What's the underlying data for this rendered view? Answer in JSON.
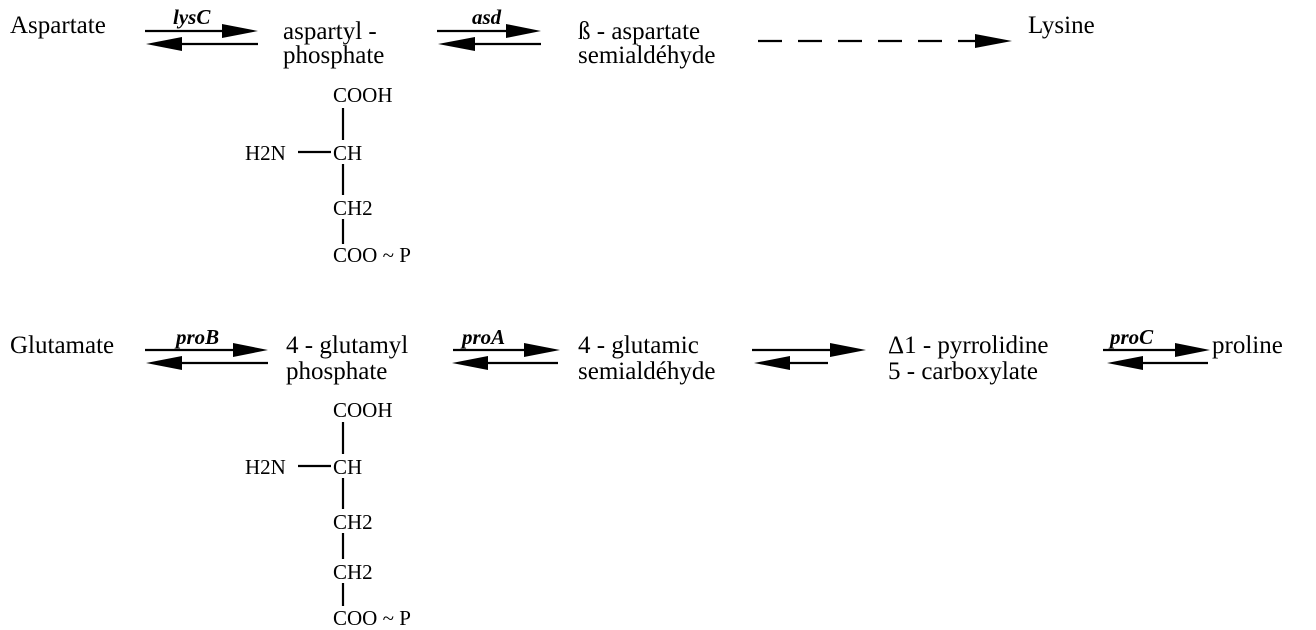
{
  "pathway_aspartate": {
    "aspartate": "Aspartate",
    "lysC": "lysC",
    "aspartyl_phosphate_line1": "aspartyl -",
    "aspartyl_phosphate_line2": "phosphate",
    "asd": "asd",
    "b_aspartate_line1": "ß - aspartate",
    "b_aspartate_line2": "semialdéhyde",
    "lysine": "Lysine",
    "structure": {
      "cooh": "COOH",
      "h2n": "H2N",
      "ch": "CH",
      "ch2": "CH2",
      "coo_p": "COO ~ P"
    }
  },
  "pathway_glutamate": {
    "glutamate": "Glutamate",
    "proB": "proB",
    "glutamyl_line1": "4 - glutamyl",
    "glutamyl_line2": "phosphate",
    "proA": "proA",
    "glutamic_line1": "4 - glutamic",
    "glutamic_line2": "semialdéhyde",
    "pyrrolidine_line1": "Δ1 - pyrrolidine",
    "pyrrolidine_line2": "5 - carboxylate",
    "proC": "proC",
    "proline": "proline",
    "structure": {
      "cooh": "COOH",
      "h2n": "H2N",
      "ch": "CH",
      "ch2_a": "CH2",
      "ch2_b": "CH2",
      "coo_p": "COO ~ P"
    }
  }
}
